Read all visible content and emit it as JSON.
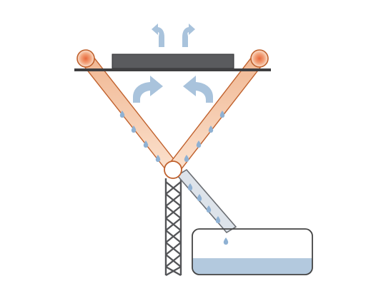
{
  "diagram": {
    "components": [
      "hot-plate",
      "left-roller",
      "right-roller",
      "left-belt",
      "right-belt",
      "lower-hub",
      "drain-belt",
      "lattice-tower",
      "water-tank"
    ],
    "airflow": {
      "inflow_arrows": 2,
      "outflow_arrows": 2
    },
    "droplets": {
      "left_belt": 4,
      "right_belt": 4,
      "drain_belt": 4,
      "into_tank": 1
    },
    "colors": {
      "belt_fill": "#f3c7a6",
      "belt_stroke": "#c0612d",
      "roller_fill": "#f7c39c",
      "roller_core": "#e87a4c",
      "plate": "#5a5b5e",
      "plate_base": "#3f3f41",
      "arrow": "#a9c3dc",
      "droplet": "#8fb1d3",
      "tower": "#545558",
      "tank_stroke": "#444444",
      "water": "#b3c9de",
      "drain_fill": "#dde3ea",
      "drain_stroke": "#6a6d72"
    }
  }
}
